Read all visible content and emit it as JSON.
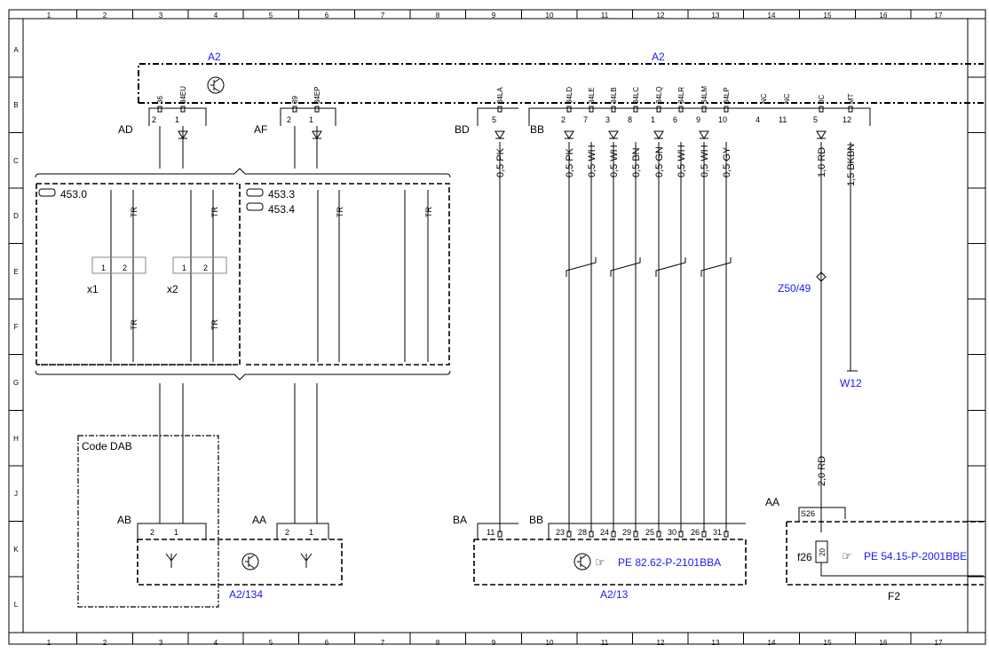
{
  "grid": {
    "columns": [
      "1",
      "2",
      "3",
      "4",
      "5",
      "6",
      "7",
      "8",
      "9",
      "10",
      "11",
      "12",
      "13",
      "14",
      "15",
      "16",
      "17"
    ],
    "rows": [
      "A",
      "B",
      "C",
      "D",
      "E",
      "F",
      "G",
      "H",
      "J",
      "K",
      "L"
    ]
  },
  "components": {
    "a2_left": "A2",
    "a2_right": "A2",
    "a2_134": "A2/134",
    "a2_13": "A2/13",
    "f2": "F2",
    "z50_49": "Z50/49",
    "w12": "W12",
    "code_dab": "Code DAB",
    "model_4530": "453.0",
    "model_4533": "453.3",
    "model_4534": "453.4",
    "x1": "x1",
    "x2": "x2",
    "f26": "f26",
    "pe_1": "PE 82.62-P-2101BBA",
    "pe_2": "PE 54.15-P-2001BBE"
  },
  "connectors": {
    "ad": "AD",
    "af": "AF",
    "bd": "BD",
    "bb_top": "BB",
    "ab": "AB",
    "aa_bottom": "AA",
    "ba": "BA",
    "bb_bottom": "BB",
    "aa_right": "AA"
  },
  "top_pins": [
    {
      "name": "36",
      "pin": "2"
    },
    {
      "name": "34EU",
      "pin": "1"
    },
    {
      "name": "39",
      "pin": "2"
    },
    {
      "name": "34EP",
      "pin": "1"
    },
    {
      "name": "34LA",
      "pin": "5"
    },
    {
      "name": "34LD",
      "pin": "2"
    },
    {
      "name": "34LE",
      "pin": "7"
    },
    {
      "name": "34LB",
      "pin": "3"
    },
    {
      "name": "34LC",
      "pin": "8"
    },
    {
      "name": "34LQ",
      "pin": "1"
    },
    {
      "name": "34LR",
      "pin": "6"
    },
    {
      "name": "34LM",
      "pin": "9"
    },
    {
      "name": "34LP",
      "pin": "10"
    },
    {
      "name": "NC",
      "pin": "4"
    },
    {
      "name": "NC",
      "pin": "11"
    },
    {
      "name": "8C",
      "pin": "5"
    },
    {
      "name": "MT",
      "pin": "12"
    }
  ],
  "wires": [
    {
      "label": "0,5 PK"
    },
    {
      "label": "0,5 PK"
    },
    {
      "label": "0,5 WH"
    },
    {
      "label": "0,5 WH"
    },
    {
      "label": "0,5 BN"
    },
    {
      "label": "0,5 GN"
    },
    {
      "label": "0,5 WH"
    },
    {
      "label": "0,5 WH"
    },
    {
      "label": "0,5 GY"
    },
    {
      "label": "1,0 RD"
    },
    {
      "label": "1,5 BKBN"
    },
    {
      "label": "2,0 RD"
    }
  ],
  "bottom_pins": [
    "11",
    "23",
    "28",
    "24",
    "29",
    "25",
    "30",
    "26",
    "31"
  ],
  "pins_misc": {
    "tr": "TR",
    "p1": "1",
    "p2": "2",
    "s26": "S26",
    "p20": "20"
  }
}
